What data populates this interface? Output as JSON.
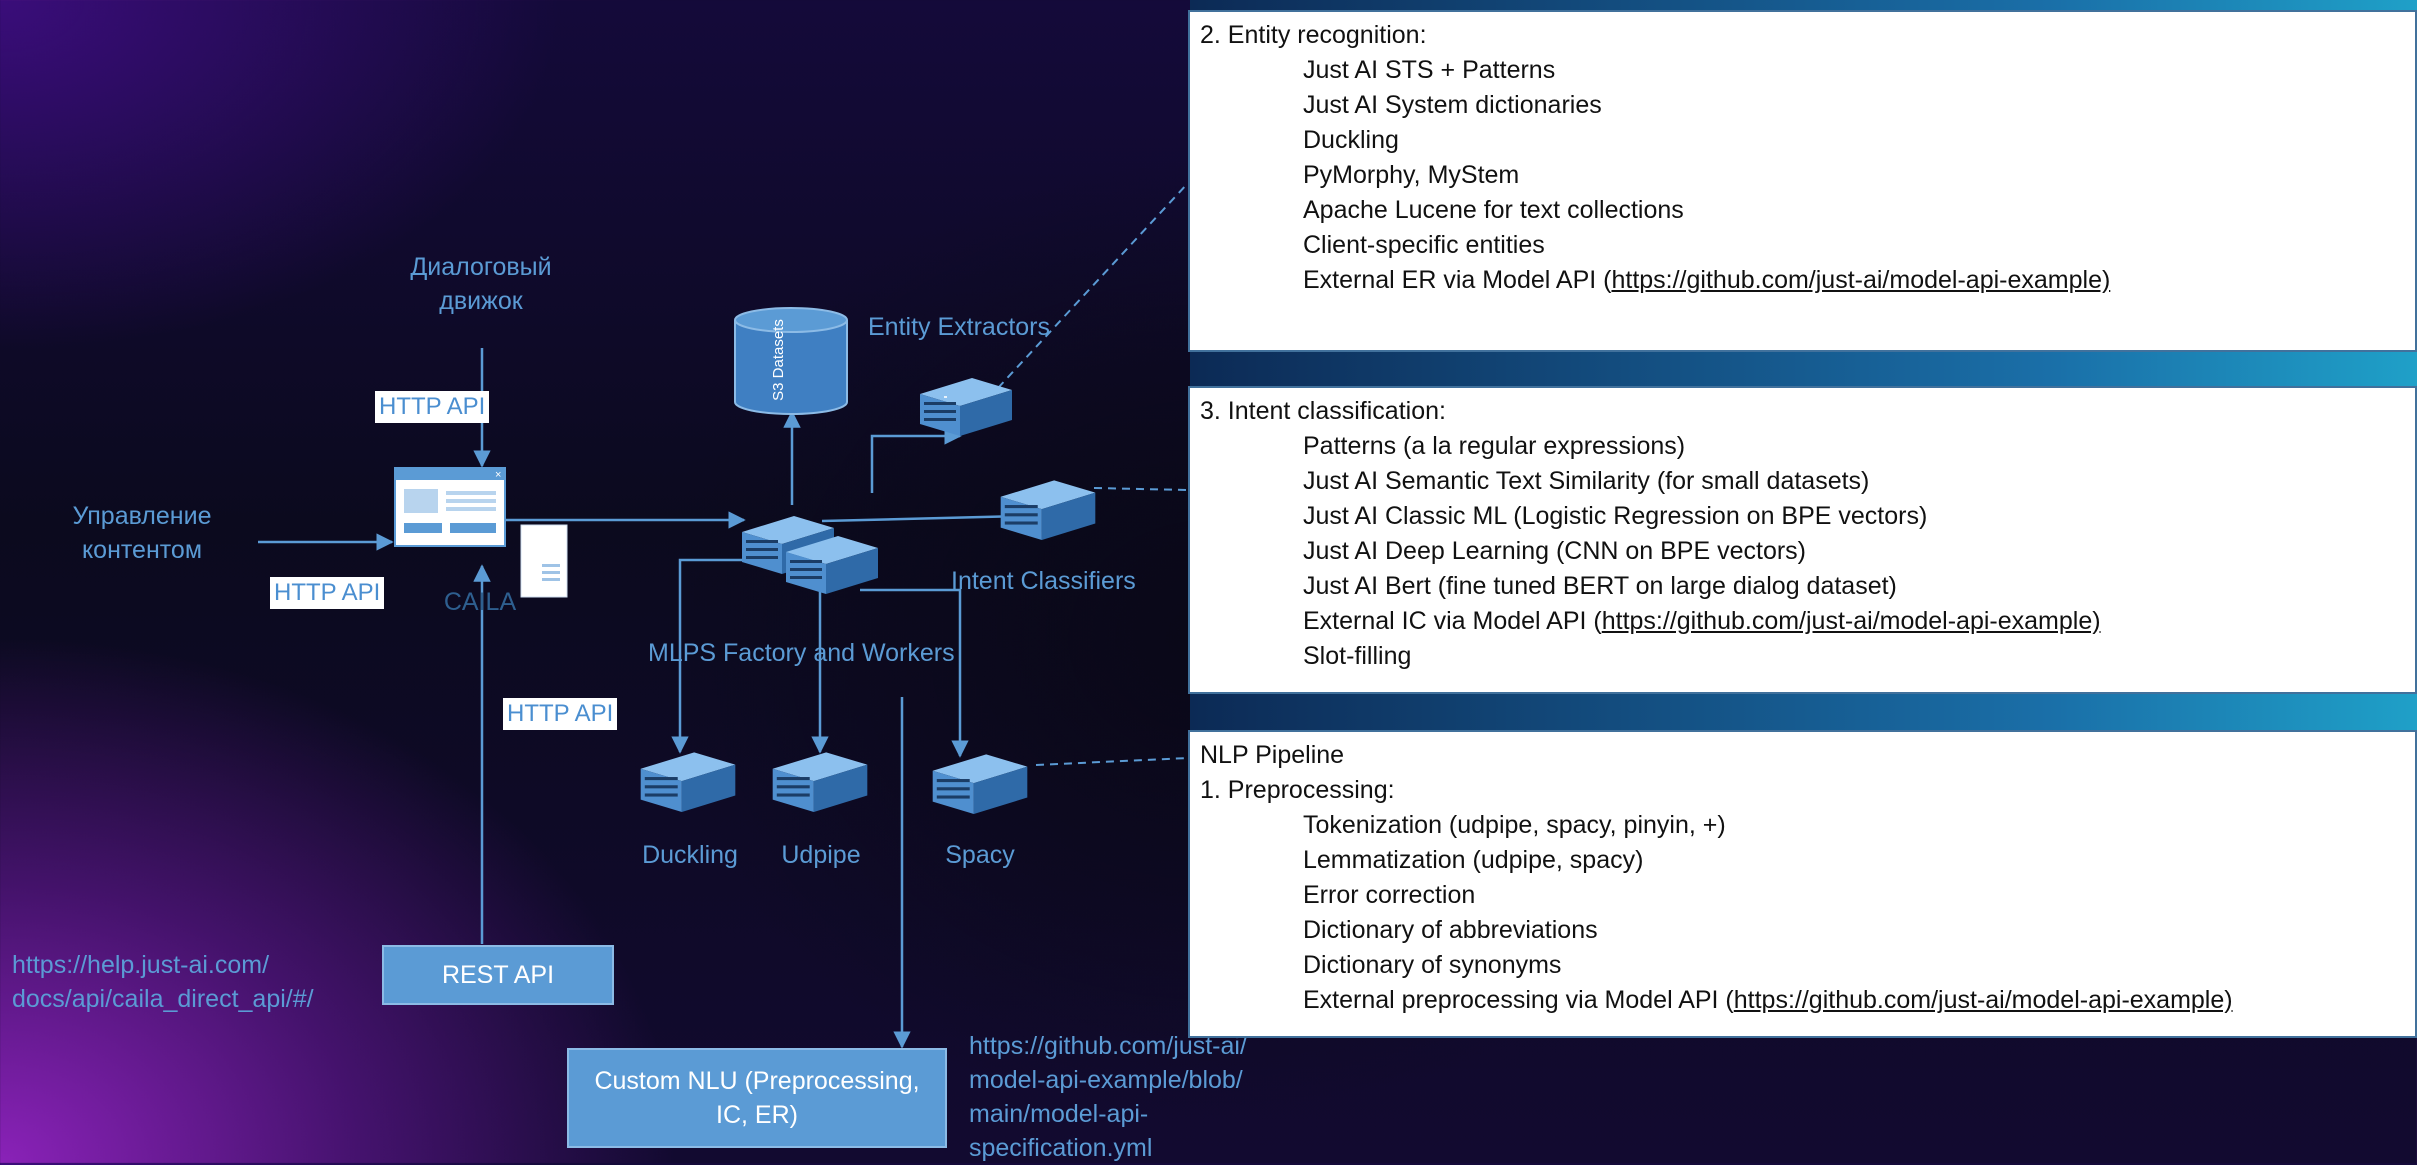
{
  "labels": {
    "dialog_engine": "Диалоговый движок",
    "content_management": "Управление контентом",
    "caila": "CAILA",
    "entity_extractors": "Entity Extractors",
    "intent_classifiers": "Intent Classifiers",
    "mlps": "MLPS Factory and Workers",
    "datasets": "S3 Datasets",
    "duckling": "Duckling",
    "udpipe": "Udpipe",
    "spacy": "Spacy",
    "help_url": "https://help.just-ai.com/ docs/api/caila_direct_api/#/",
    "spec_url": "https://github.com/just-ai/ model-api-example/blob/ main/model-api- specification.yml"
  },
  "http_api": [
    "HTTP API",
    "HTTP API",
    "HTTP API"
  ],
  "buttons": {
    "rest_api": "REST API",
    "custom_nlu": "Custom NLU (Preprocessing, IC, ER)"
  },
  "entity_box": {
    "title": "2. Entity recognition:",
    "items": [
      "Just AI STS + Patterns",
      "Just AI System dictionaries",
      "Duckling",
      "PyMorphy, MyStem",
      "Apache Lucene for text collections",
      "Client-specific entities"
    ],
    "last_prefix": "External ER via Model API (",
    "last_link": "https://github.com/just-ai/model-api-example)"
  },
  "intent_box": {
    "title": "3. Intent classification:",
    "items": [
      "Patterns (a la regular expressions)",
      "Just AI Semantic Text Similarity (for small datasets)",
      "Just AI Classic ML (Logistic Regression on BPE vectors)",
      "Just AI Deep Learning (CNN on BPE vectors)",
      "Just AI Bert (fine tuned BERT on large dialog dataset)"
    ],
    "link_prefix": "External IC via Model API (",
    "link": "https://github.com/just-ai/model-api-example)",
    "last": "Slot-filling"
  },
  "pipeline_box": {
    "title": "NLP Pipeline",
    "subtitle": "1. Preprocessing:",
    "items": [
      "Tokenization (udpipe, spacy, pinyin, +)",
      "Lemmatization (udpipe, spacy)",
      "Error correction",
      "Dictionary of abbreviations",
      "Dictionary of synonyms"
    ],
    "last_prefix": "External preprocessing via Model API (",
    "last_link": "https://github.com/just-ai/model-api-example)"
  },
  "colors": {
    "accent": "#5b9bd5",
    "box_border": "#41719c",
    "connector": "#5b9bd5"
  },
  "icons": {
    "server": "server-rack-icon",
    "database": "database-cylinder-icon",
    "window": "app-window-icon",
    "document": "document-icon"
  }
}
